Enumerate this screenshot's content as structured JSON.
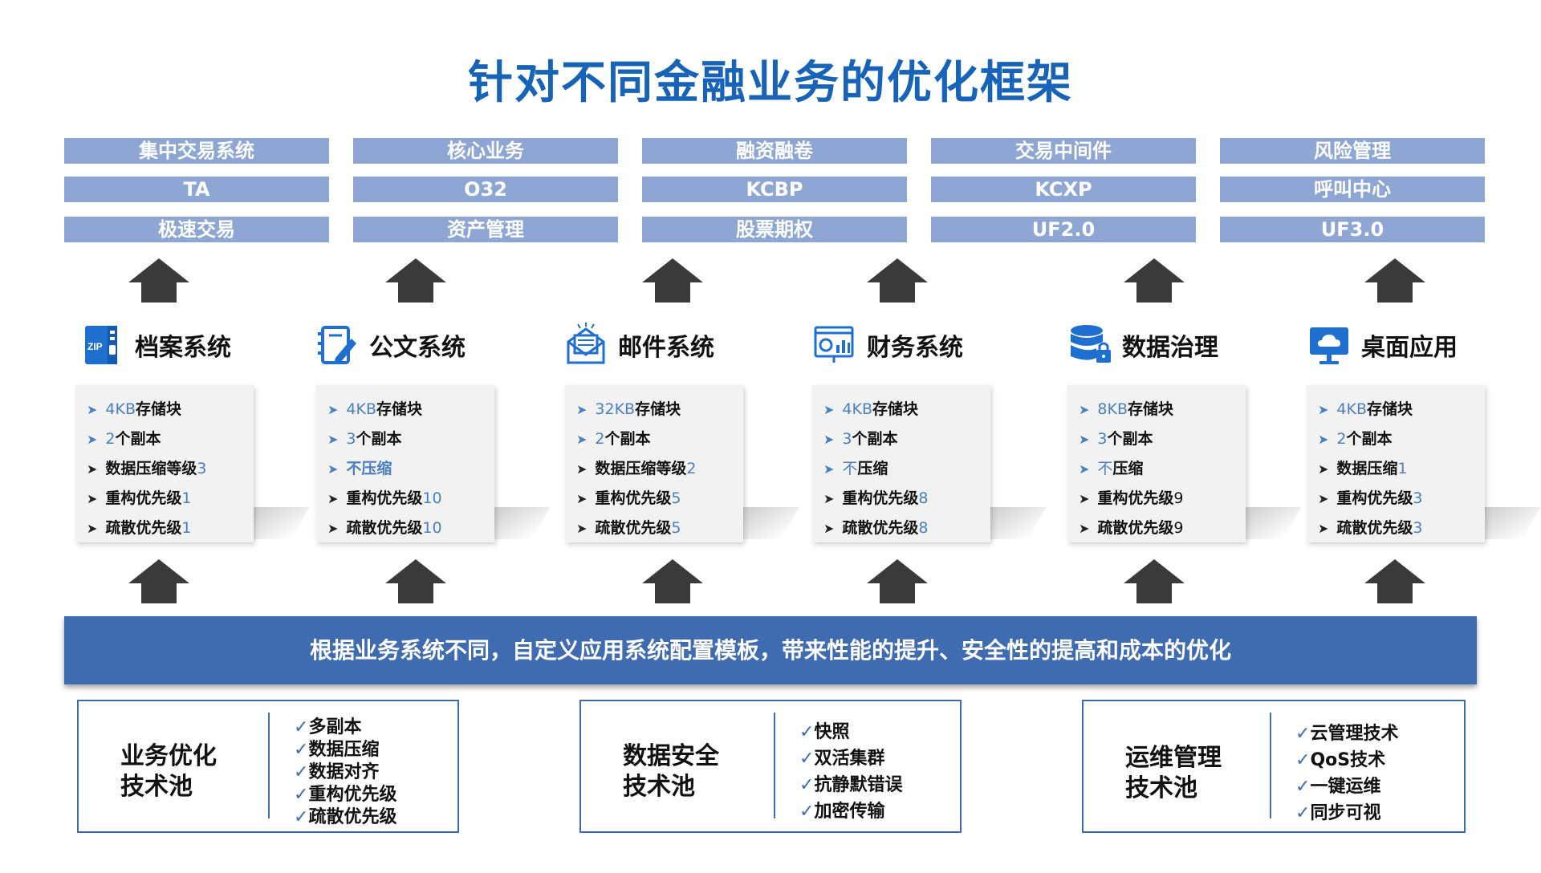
{
  "title": "针对不同金融业务的优化框架",
  "business_columns": [
    [
      "集中交易系统",
      "TA",
      "极速交易"
    ],
    [
      "核心业务",
      "O32",
      "资产管理"
    ],
    [
      "融资融卷",
      "KCBP",
      "股票期权"
    ],
    [
      "交易中间件",
      "KCXP",
      "UF2.0"
    ],
    [
      "风险管理",
      "呼叫中心",
      "UF3.0"
    ]
  ],
  "systems": [
    {
      "name": "档案系统",
      "icon": "zip-archive-icon",
      "items": [
        {
          "num": "4KB",
          "label": "存储块",
          "chev": "blue",
          "numafter": false
        },
        {
          "num": "2",
          "label": "个副本",
          "chev": "blue",
          "numafter": false
        },
        {
          "num": "3",
          "label": "数据压缩等级",
          "chev": "dark",
          "numafter": true
        },
        {
          "num": "1",
          "label": "重构优先级",
          "chev": "dark",
          "numafter": true
        },
        {
          "num": "1",
          "label": "疏散优先级",
          "chev": "dark",
          "numafter": true
        }
      ]
    },
    {
      "name": "公文系统",
      "icon": "document-edit-icon",
      "items": [
        {
          "num": "4KB",
          "label": "存储块",
          "chev": "blue",
          "numafter": false
        },
        {
          "num": "3",
          "label": "个副本",
          "chev": "blue",
          "numafter": false
        },
        {
          "num": "",
          "label": "不压缩",
          "chev": "blue",
          "numafter": false,
          "bluelabel": true
        },
        {
          "num": "10",
          "label": "重构优先级",
          "chev": "dark",
          "numafter": true
        },
        {
          "num": "10",
          "label": "疏散优先级",
          "chev": "dark",
          "numafter": true
        }
      ]
    },
    {
      "name": "邮件系统",
      "icon": "mail-icon",
      "items": [
        {
          "num": "32KB",
          "label": "存储块",
          "chev": "blue",
          "numafter": false
        },
        {
          "num": "2",
          "label": "个副本",
          "chev": "blue",
          "numafter": false
        },
        {
          "num": "2",
          "label": "数据压缩等级",
          "chev": "dark",
          "numafter": true
        },
        {
          "num": "5",
          "label": "重构优先级",
          "chev": "dark",
          "numafter": true
        },
        {
          "num": "5",
          "label": "疏散优先级",
          "chev": "dark",
          "numafter": true
        }
      ]
    },
    {
      "name": "财务系统",
      "icon": "finance-chart-icon",
      "items": [
        {
          "num": "4KB",
          "label": "存储块",
          "chev": "blue",
          "numafter": false
        },
        {
          "num": "3",
          "label": "个副本",
          "chev": "blue",
          "numafter": false
        },
        {
          "num": "不",
          "label": "压缩",
          "chev": "blue",
          "numafter": false
        },
        {
          "num": "8",
          "label": "重构优先级",
          "chev": "dark",
          "numafter": true
        },
        {
          "num": "8",
          "label": "疏散优先级",
          "chev": "dark",
          "numafter": true
        }
      ]
    },
    {
      "name": "数据治理",
      "icon": "database-lock-icon",
      "items": [
        {
          "num": "8KB",
          "label": "存储块",
          "chev": "blue",
          "numafter": false
        },
        {
          "num": "3",
          "label": "个副本",
          "chev": "blue",
          "numafter": false
        },
        {
          "num": "不",
          "label": "压缩",
          "chev": "blue",
          "numafter": false
        },
        {
          "num": "9",
          "label": "重构优先级",
          "chev": "dark",
          "numafter": true,
          "darknum": true
        },
        {
          "num": "9",
          "label": "疏散优先级",
          "chev": "dark",
          "numafter": true,
          "darknum": true
        }
      ]
    },
    {
      "name": "桌面应用",
      "icon": "desktop-cloud-icon",
      "items": [
        {
          "num": "4KB",
          "label": "存储块",
          "chev": "blue",
          "numafter": false
        },
        {
          "num": "2",
          "label": "个副本",
          "chev": "blue",
          "numafter": false
        },
        {
          "num": "1",
          "label": "数据压缩",
          "chev": "dark",
          "numafter": true
        },
        {
          "num": "3",
          "label": "重构优先级",
          "chev": "dark",
          "numafter": true
        },
        {
          "num": "3",
          "label": "疏散优先级",
          "chev": "dark",
          "numafter": true
        }
      ]
    }
  ],
  "banner": "根据业务系统不同，自定义应用系统配置模板，带来性能的提升、安全性的提高和成本的优化",
  "pools": [
    {
      "name_line1": "业务优化",
      "name_line2": "技术池",
      "items": [
        "多副本",
        "数据压缩",
        "数据对齐",
        "重构优先级",
        "疏散优先级"
      ]
    },
    {
      "name_line1": "数据安全",
      "name_line2": "技术池",
      "items": [
        "快照",
        "双活集群",
        "抗静默错误",
        "加密传输"
      ]
    },
    {
      "name_line1": "运维管理",
      "name_line2": "技术池",
      "items": [
        "云管理技术",
        "QoS技术",
        "一键运维",
        "同步可视"
      ]
    }
  ],
  "colors": {
    "title": "#1763b8",
    "bar": "#8ea6d3",
    "banner": "#3f6cb0",
    "accent": "#4a7fc0",
    "arrow": "#3a3a3a"
  }
}
